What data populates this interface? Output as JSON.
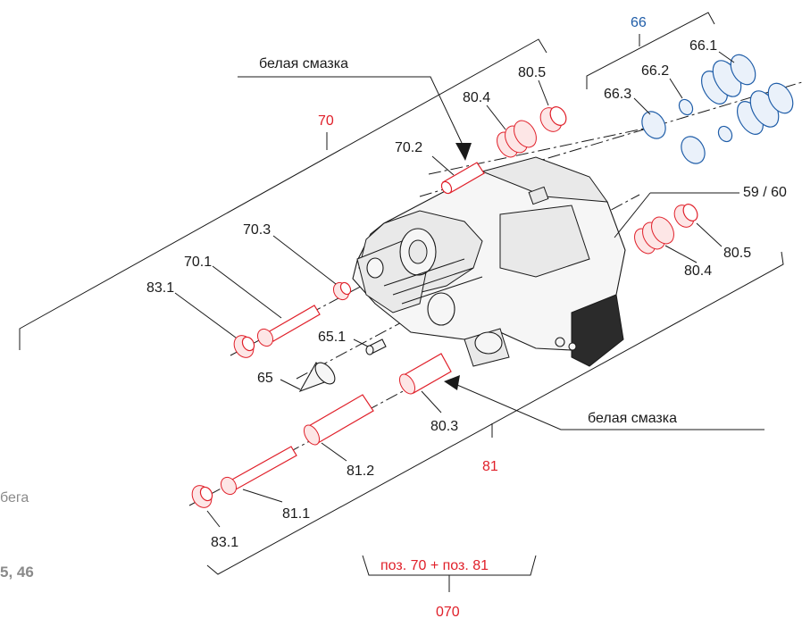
{
  "labels": {
    "white_grease_top": "белая смазка",
    "white_grease_bottom": "белая смазка",
    "p70": "70",
    "p70_2": "70.2",
    "p70_3": "70.3",
    "p70_1": "70.1",
    "p83_1_top": "83.1",
    "p83_1_bottom": "83.1",
    "p80_5_top": "80.5",
    "p80_4_top": "80.4",
    "p80_5_right": "80.5",
    "p80_4_right": "80.4",
    "p80_3": "80.3",
    "p66": "66",
    "p66_1": "66.1",
    "p66_2": "66.2",
    "p66_3": "66.3",
    "p59_60": "59 / 60",
    "p65_1": "65.1",
    "p65": "65",
    "p81": "81",
    "p81_1": "81.1",
    "p81_2": "81.2",
    "combo": "поз. 70 + поз. 81",
    "p070": "070",
    "side_fragment_1": "бега",
    "side_fragment_2": "5, 46"
  },
  "colors": {
    "red": "#e0202a",
    "blue": "#1f5da8",
    "black": "#1a1a1a",
    "gray": "#8a8a8a"
  }
}
